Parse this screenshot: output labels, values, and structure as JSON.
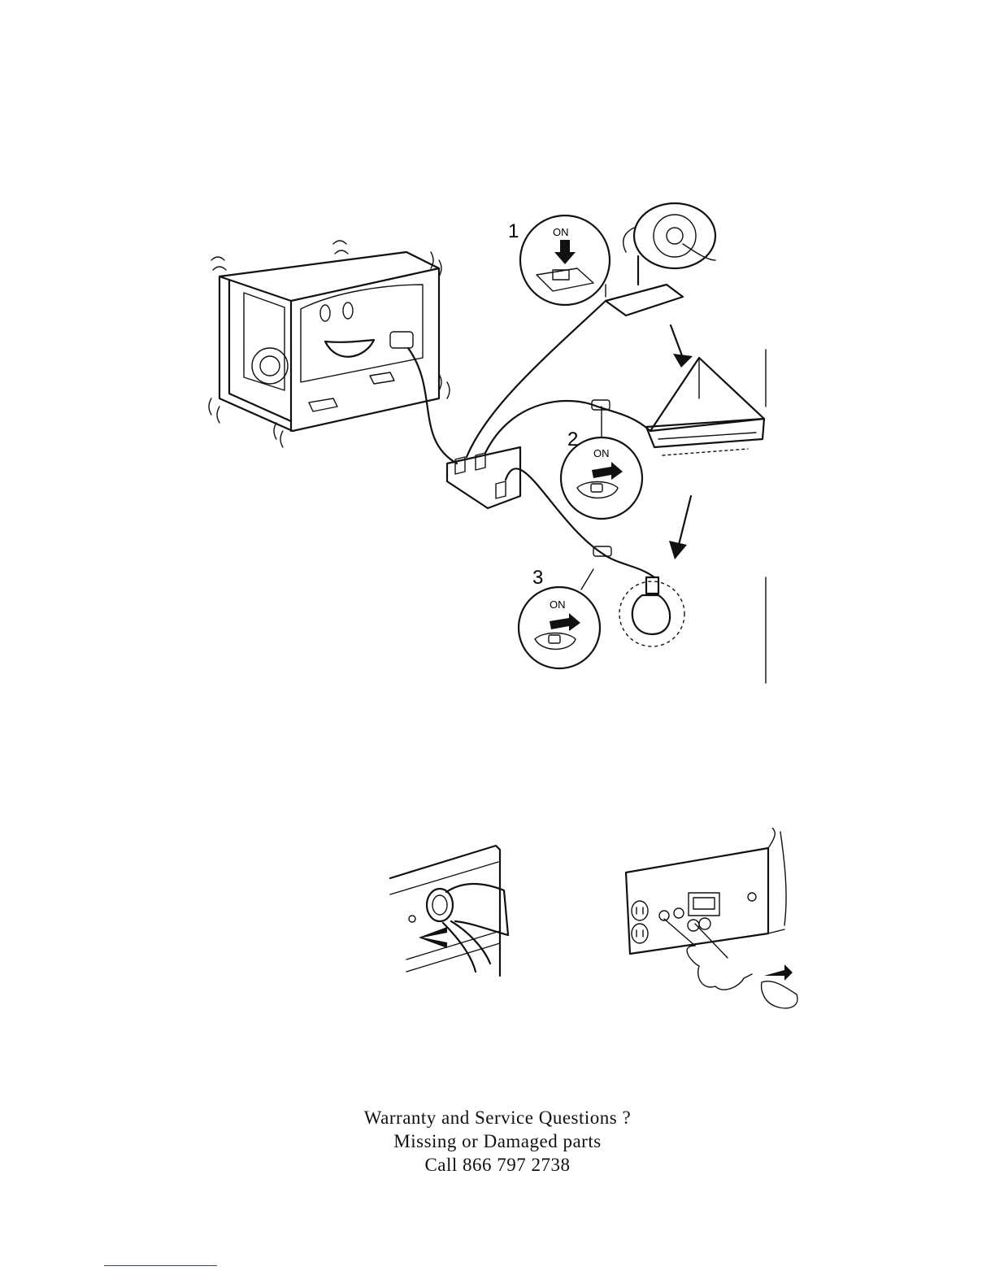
{
  "figure_connection": {
    "step_labels": [
      "1",
      "2",
      "3"
    ],
    "switch_label": "ON"
  },
  "footer": {
    "line1": "Warranty and Service Questions ?",
    "line2": "Missing or Damaged parts",
    "line3": "Call 866 797 2738"
  }
}
